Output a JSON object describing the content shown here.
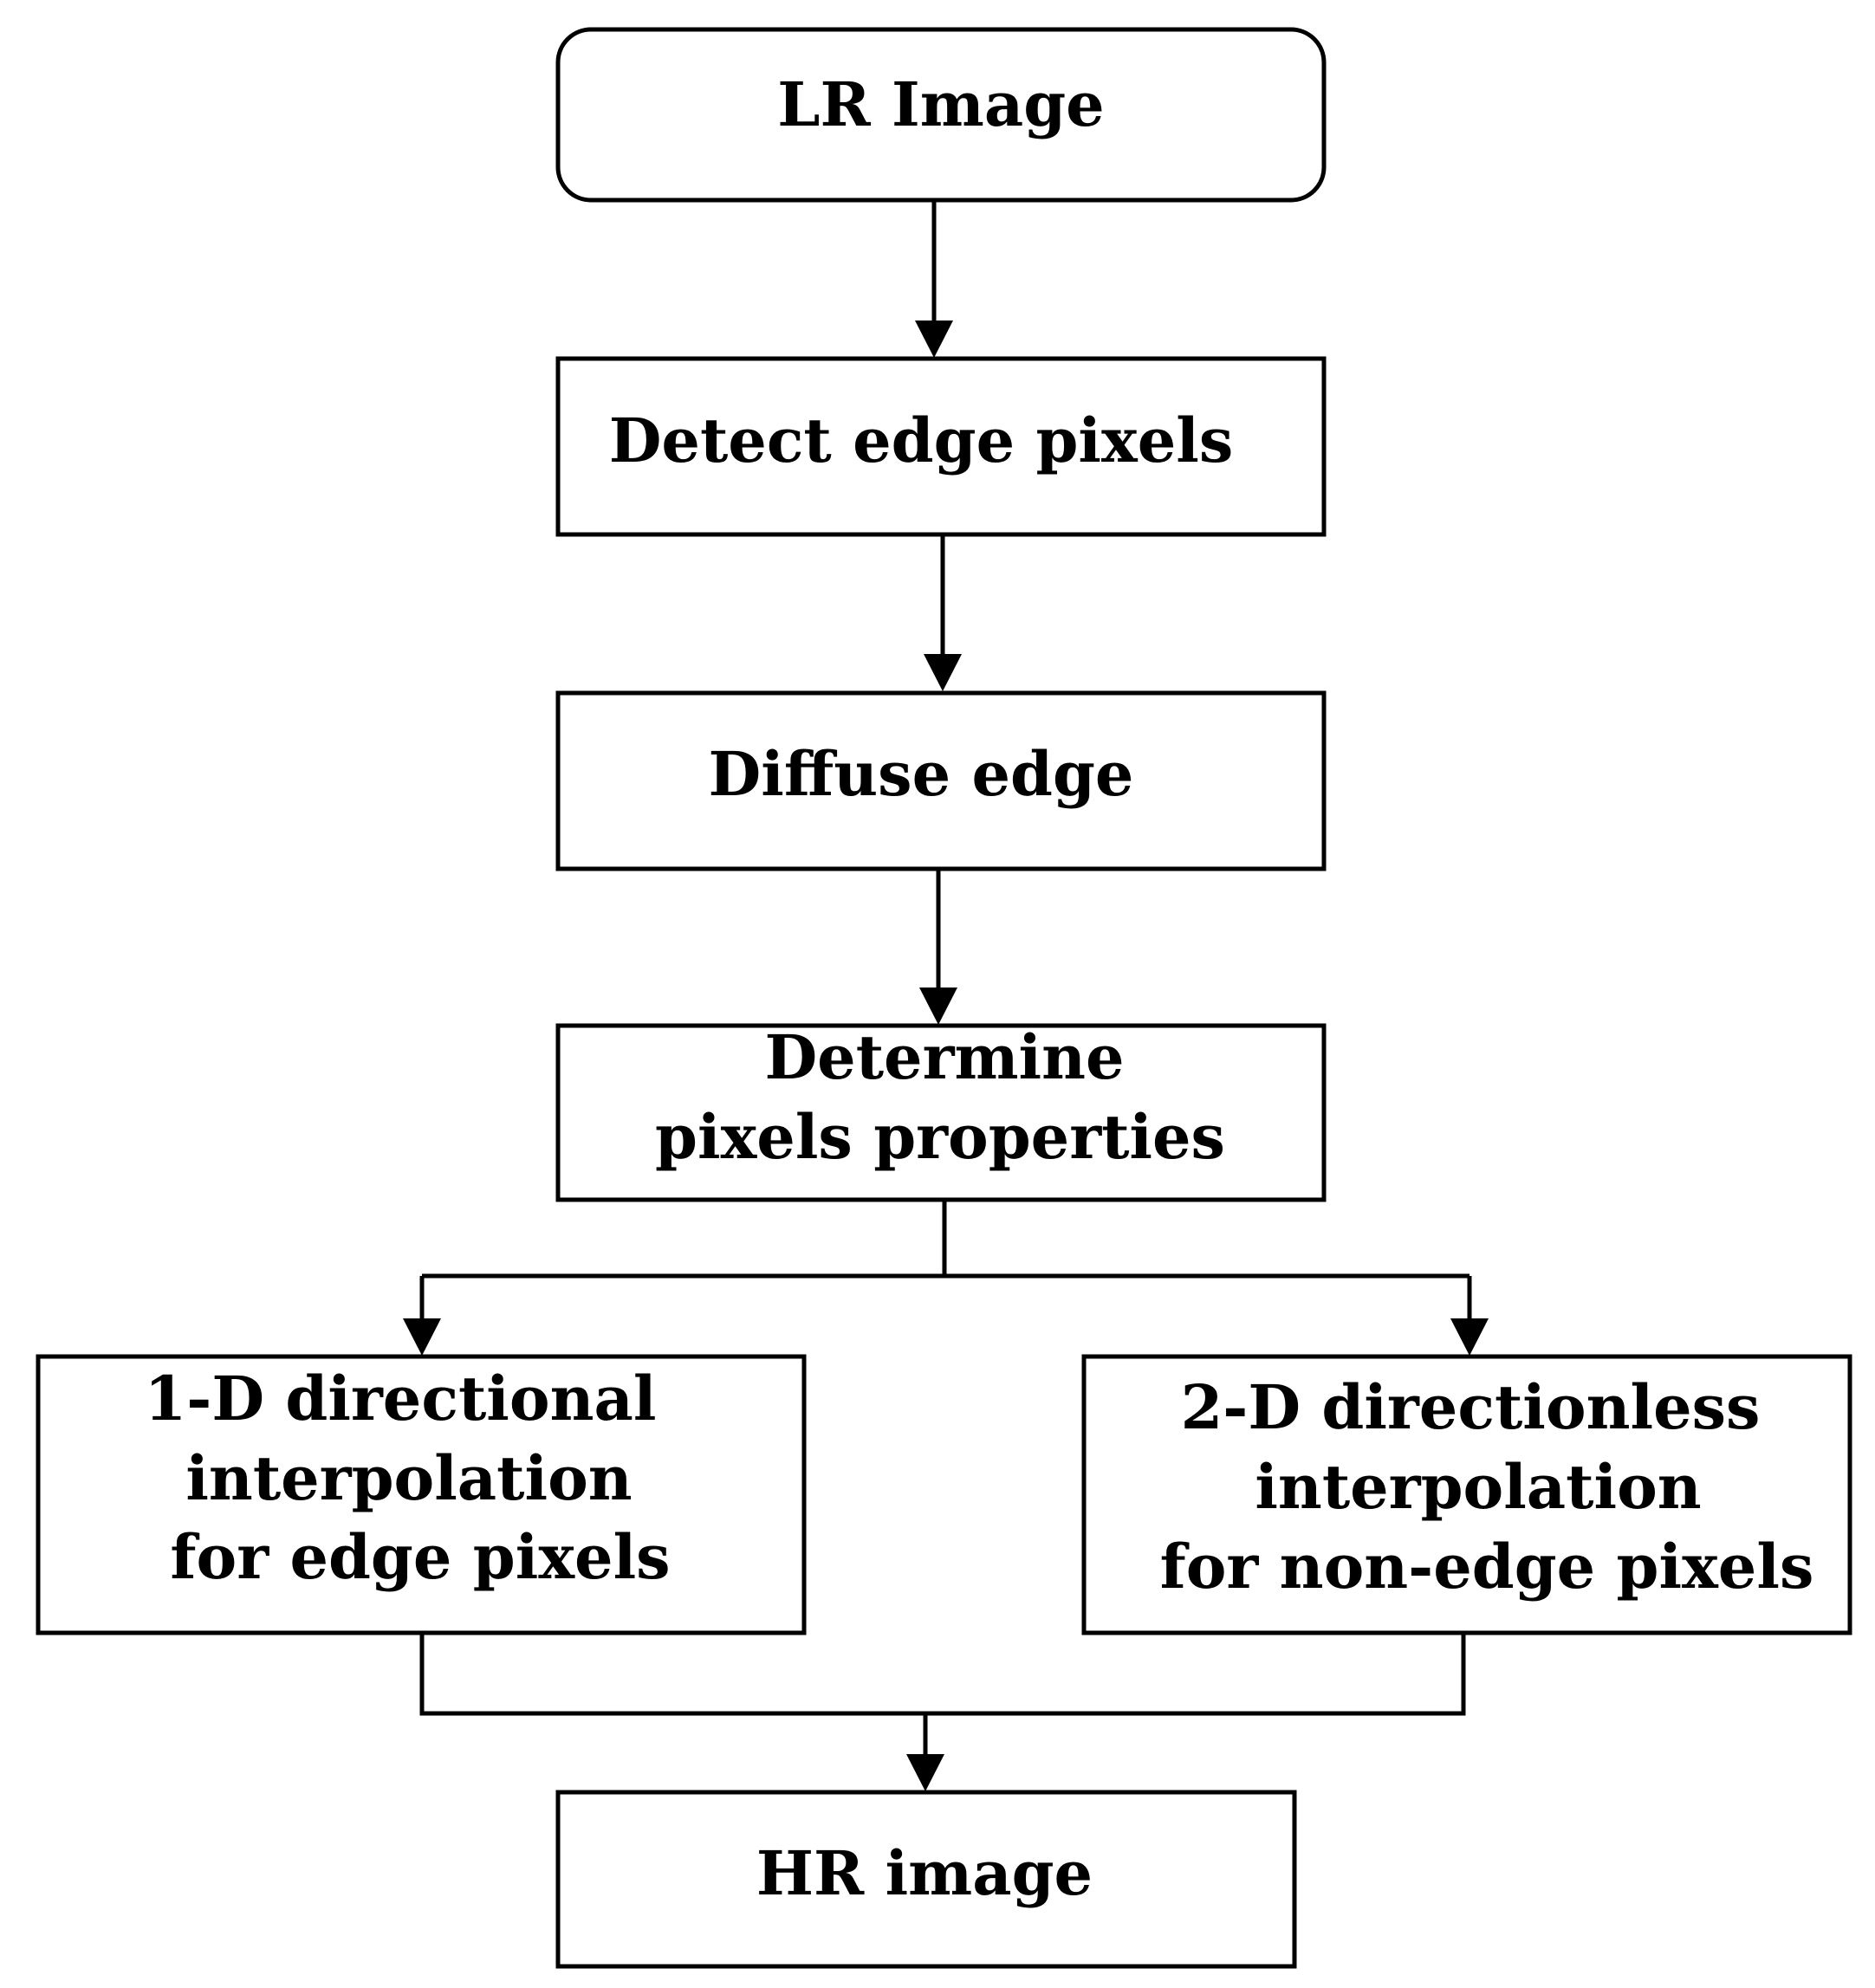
{
  "diagram": {
    "nodes": {
      "lr_image": {
        "lines": [
          "LR Image"
        ]
      },
      "detect_edge": {
        "lines": [
          "Detect edge pixels"
        ]
      },
      "diffuse_edge": {
        "lines": [
          "Diffuse edge"
        ]
      },
      "determine_props": {
        "lines": [
          "Determine",
          "pixels properties"
        ]
      },
      "one_d_interp": {
        "lines": [
          "1-D directional",
          "interpolation",
          "for edge pixels"
        ]
      },
      "two_d_interp": {
        "lines": [
          "2-D directionless",
          "interpolation",
          "for non-edge pixels"
        ]
      },
      "hr_image": {
        "lines": [
          "HR image"
        ]
      }
    },
    "edges": [
      {
        "from": "lr_image",
        "to": "detect_edge"
      },
      {
        "from": "detect_edge",
        "to": "diffuse_edge"
      },
      {
        "from": "diffuse_edge",
        "to": "determine_props"
      },
      {
        "from": "determine_props",
        "to": "one_d_interp"
      },
      {
        "from": "determine_props",
        "to": "two_d_interp"
      },
      {
        "from": "one_d_interp",
        "to": "hr_image"
      },
      {
        "from": "two_d_interp",
        "to": "hr_image"
      }
    ]
  }
}
